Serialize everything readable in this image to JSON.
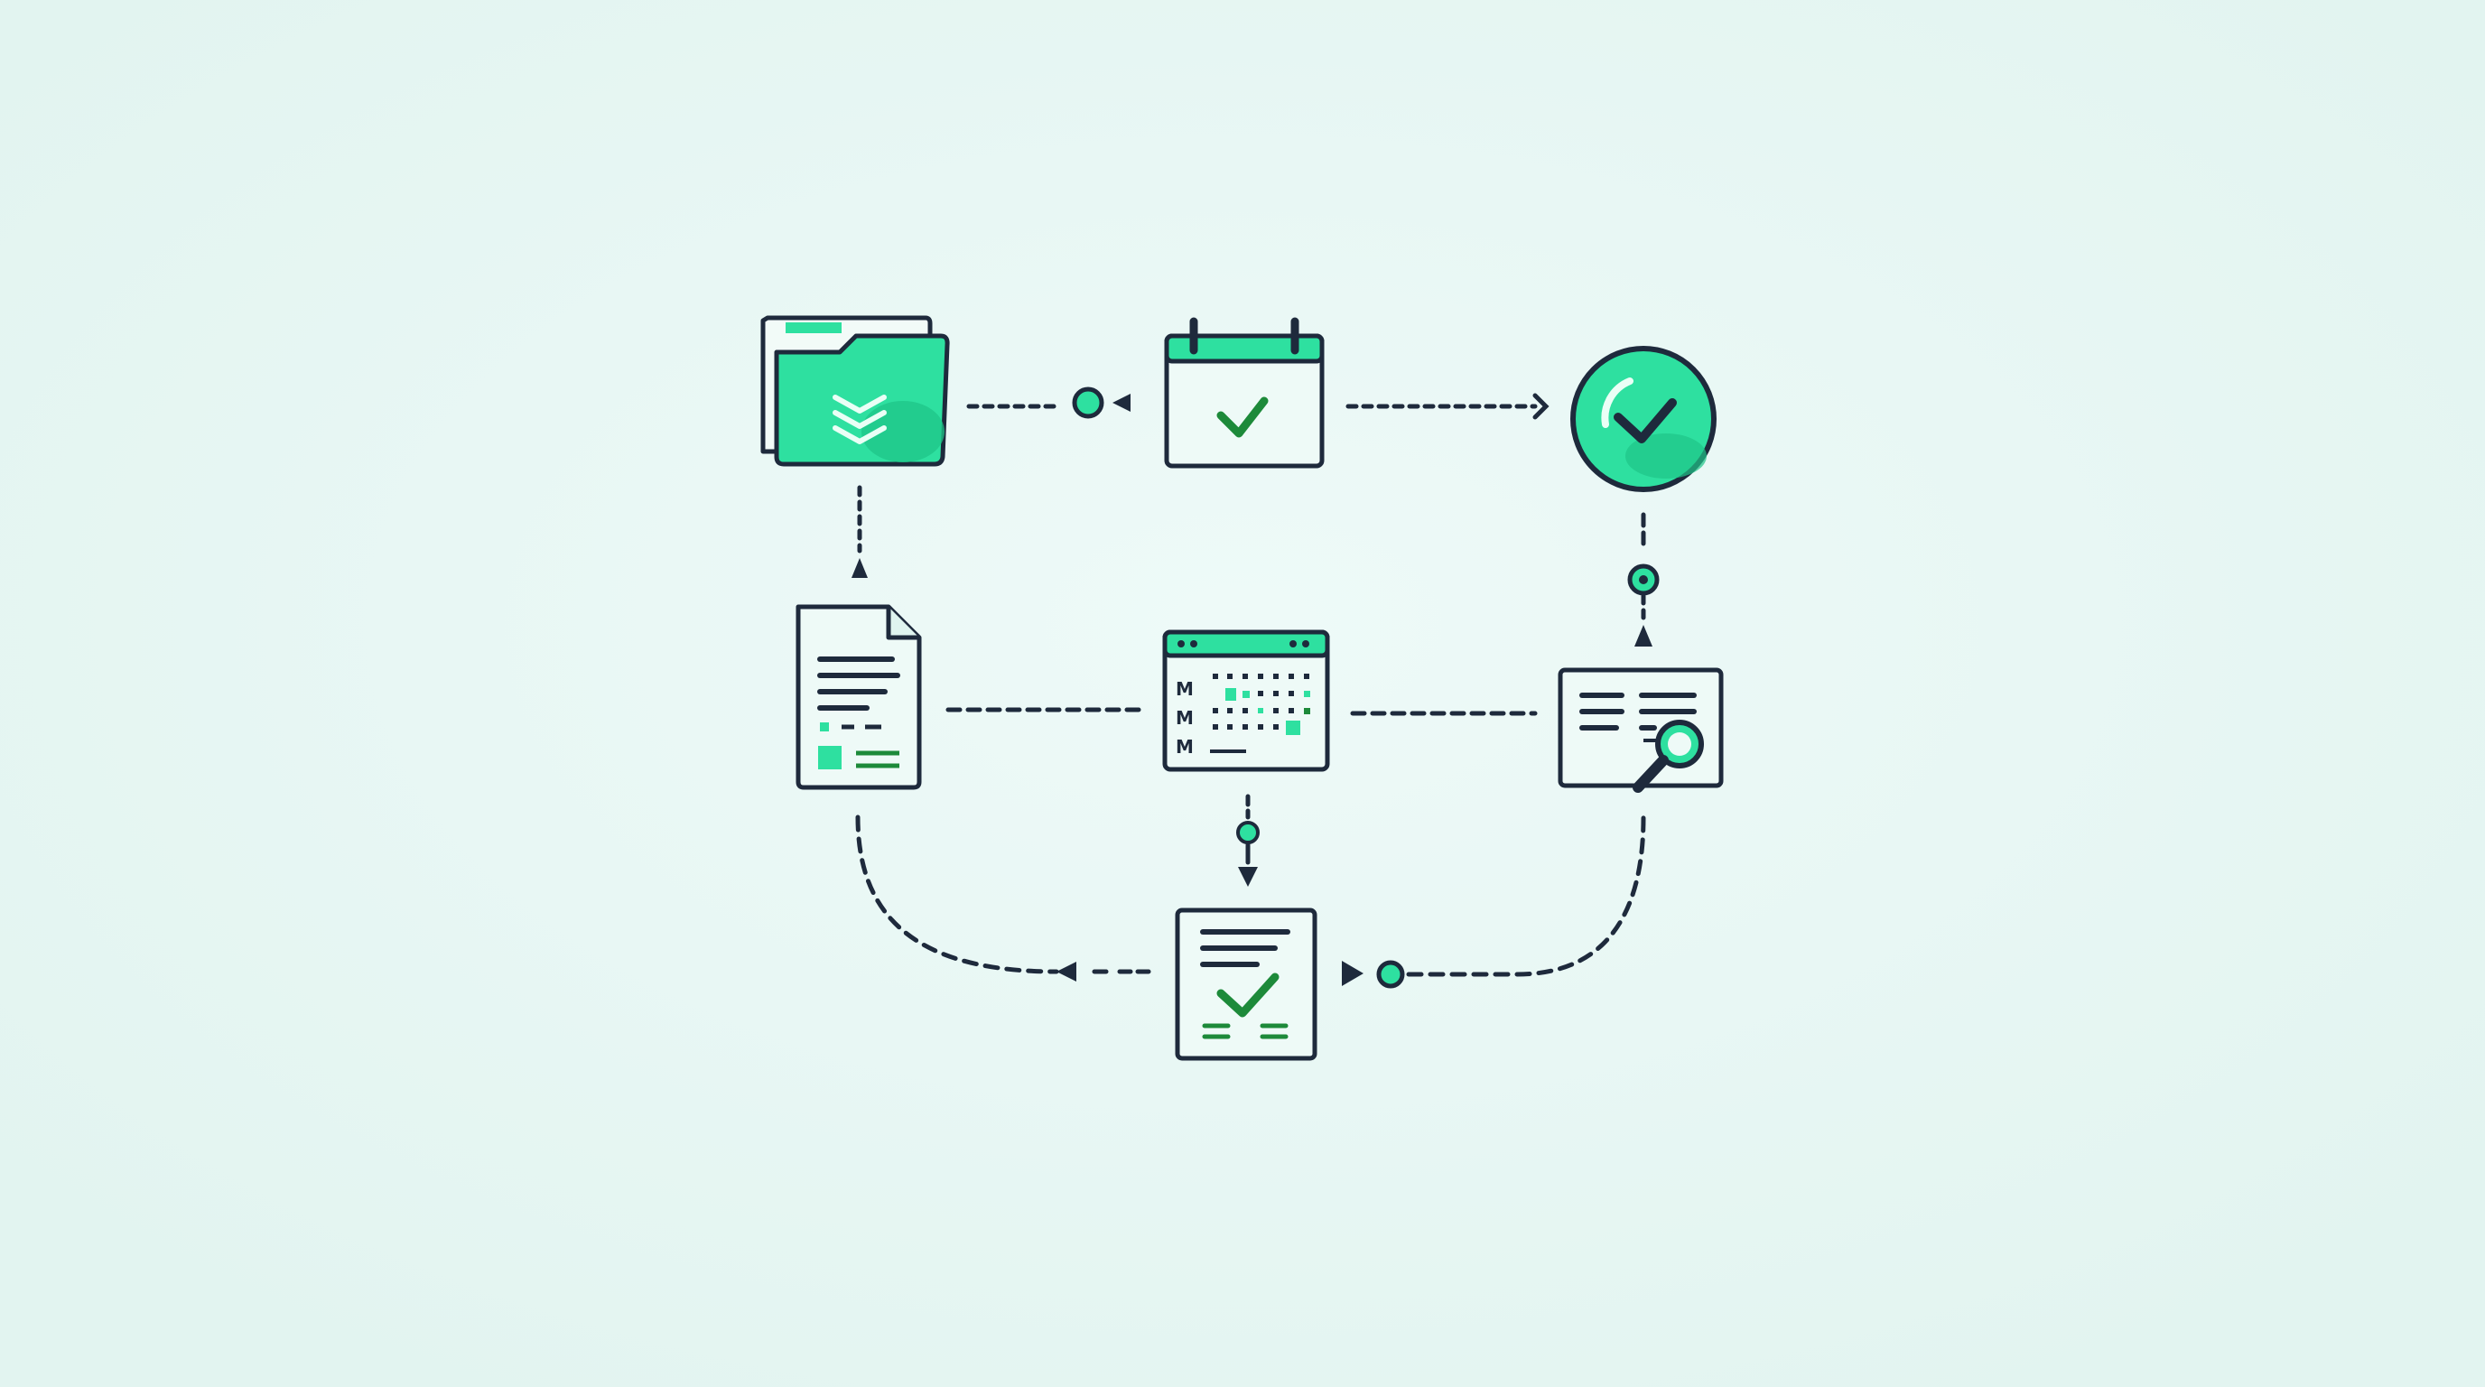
{
  "colors": {
    "background": "#e8f7f4",
    "ink": "#1e2a3c",
    "accent": "#2ee0a0",
    "accent_dark": "#1fc588",
    "check": "#1d8a3a",
    "paper": "#eefaf7"
  },
  "nodes": [
    {
      "id": "folder",
      "icon": "folder-icon"
    },
    {
      "id": "calendar",
      "icon": "calendar-check-icon"
    },
    {
      "id": "approved",
      "icon": "checkmark-circle-icon"
    },
    {
      "id": "document",
      "icon": "document-icon"
    },
    {
      "id": "schedule",
      "icon": "schedule-grid-icon"
    },
    {
      "id": "review",
      "icon": "search-card-icon"
    },
    {
      "id": "checklist",
      "icon": "checklist-document-icon"
    }
  ],
  "schedule": {
    "row_labels": [
      "M",
      "M",
      "M"
    ]
  },
  "edges": [
    {
      "from": "calendar",
      "to": "folder",
      "style": "dotted",
      "marker": "node-dot"
    },
    {
      "from": "calendar",
      "to": "approved",
      "style": "dotted",
      "marker": "arrow"
    },
    {
      "from": "document",
      "to": "folder",
      "style": "dotted",
      "marker": "arrow"
    },
    {
      "from": "review",
      "to": "approved",
      "style": "dashed",
      "marker": "node-dot"
    },
    {
      "from": "document",
      "to": "schedule",
      "style": "dashed",
      "marker": "none"
    },
    {
      "from": "schedule",
      "to": "review",
      "style": "dashed",
      "marker": "none"
    },
    {
      "from": "schedule",
      "to": "checklist",
      "style": "dashed",
      "marker": "arrow"
    },
    {
      "from": "checklist",
      "to": "document",
      "style": "dashed",
      "marker": "arrow"
    },
    {
      "from": "checklist",
      "to": "review",
      "style": "dashed",
      "marker": "node-dot"
    }
  ]
}
